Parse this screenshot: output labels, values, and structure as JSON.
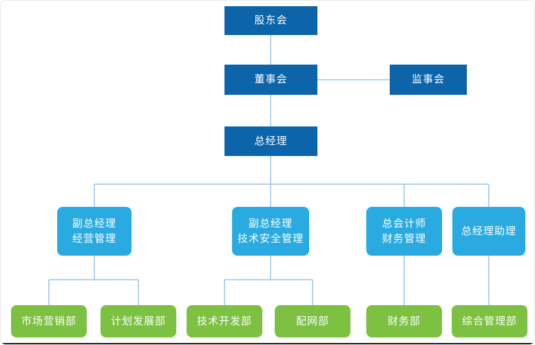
{
  "colors": {
    "dark_blue": "#0c64ab",
    "light_blue": "#29abe2",
    "green": "#7dc142",
    "connector": "#9cc3e5",
    "text": "#ffffff"
  },
  "org_chart": {
    "level1": {
      "shareholders": "股东会"
    },
    "level2": {
      "board": "董事会",
      "supervisory": "监事会"
    },
    "level3": {
      "general_manager": "总经理"
    },
    "level4": [
      {
        "line1": "副总经理",
        "line2": "经营管理"
      },
      {
        "line1": "副总经理",
        "line2": "技术安全管理"
      },
      {
        "line1": "总会计师",
        "line2": "财务管理"
      },
      {
        "line1": "总经理助理",
        "line2": ""
      }
    ],
    "level5": [
      "市场营销部",
      "计划发展部",
      "技术开发部",
      "配网部",
      "财务部",
      "综合管理部"
    ]
  }
}
